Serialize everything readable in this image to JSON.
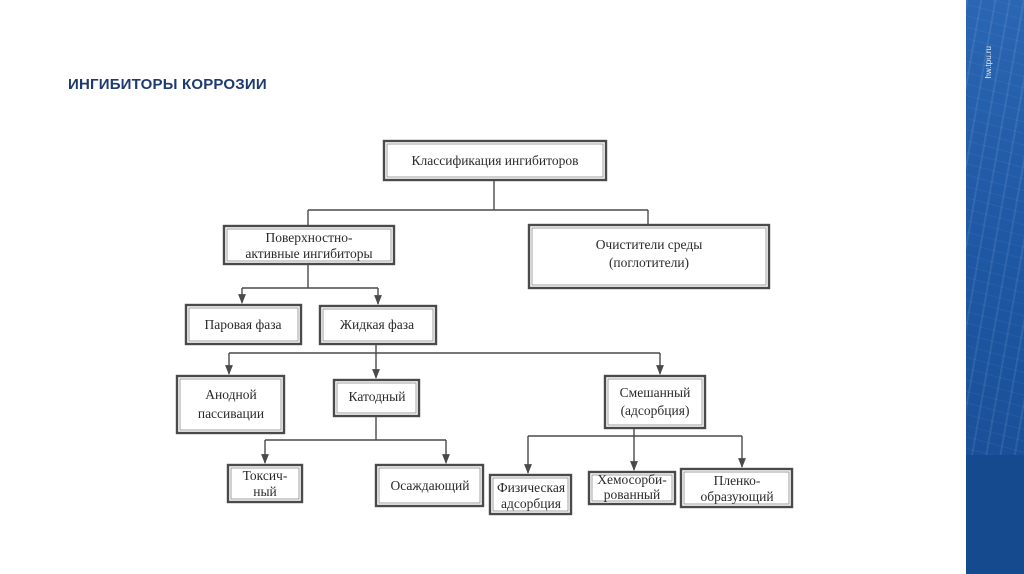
{
  "slide": {
    "title": "ИНГИБИТОРЫ КОРРОЗИИ",
    "site_label": "hw.tpu.ru"
  },
  "diagram": {
    "root": "Классификация ингибиторов",
    "surfactants_line1": "Поверхностно-",
    "surfactants_line2": "активные ингибиторы",
    "cleaners_line1": "Очистители среды",
    "cleaners_line2": "(поглотители)",
    "vapor_phase": "Паровая фаза",
    "liquid_phase": "Жидкая фаза",
    "anodic_line1": "Анодной",
    "anodic_line2": "пассивации",
    "cathodic": "Катодный",
    "mixed_line1": "Смешанный",
    "mixed_line2": "(адсорбция)",
    "toxic_line1": "Токсич-",
    "toxic_line2": "ный",
    "precipitating": "Осаждающий",
    "physical_line1": "Физическая",
    "physical_line2": "адсорбция",
    "chemisorbed_line1": "Хемосорби-",
    "chemisorbed_line2": "рованный",
    "film_line1": "Пленко-",
    "film_line2": "образующий"
  }
}
